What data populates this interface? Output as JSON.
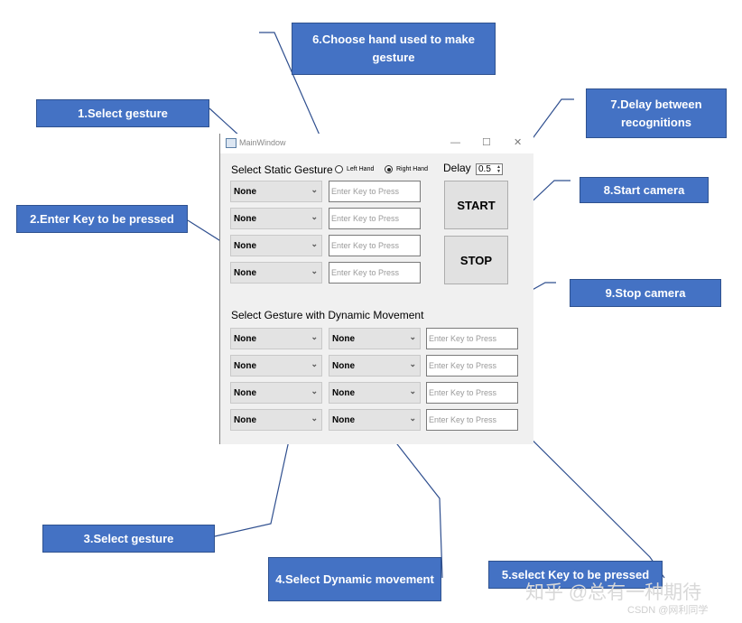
{
  "window": {
    "title": "MainWindow",
    "controls": {
      "minimize": "—",
      "maximize": "☐",
      "close": "✕"
    },
    "static_label": "Select Static Gesture",
    "radios": [
      {
        "label": "Left Hand",
        "checked": false
      },
      {
        "label": "Right Hand",
        "checked": true
      }
    ],
    "delay_label": "Delay",
    "delay_value": "0.5",
    "start_label": "START",
    "stop_label": "STOP",
    "static_rows": [
      {
        "gesture": "None",
        "key_placeholder": "Enter Key to Press"
      },
      {
        "gesture": "None",
        "key_placeholder": "Enter Key to Press"
      },
      {
        "gesture": "None",
        "key_placeholder": "Enter Key to Press"
      },
      {
        "gesture": "None",
        "key_placeholder": "Enter Key to Press"
      }
    ],
    "dynamic_label": "Select Gesture with Dynamic Movement",
    "dynamic_rows": [
      {
        "gesture": "None",
        "movement": "None",
        "key_placeholder": "Enter Key to Press"
      },
      {
        "gesture": "None",
        "movement": "None",
        "key_placeholder": "Enter Key to Press"
      },
      {
        "gesture": "None",
        "movement": "None",
        "key_placeholder": "Enter Key to Press"
      },
      {
        "gesture": "None",
        "movement": "None",
        "key_placeholder": "Enter Key to Press"
      }
    ]
  },
  "callouts": {
    "c1": "1.Select gesture",
    "c2": "2.Enter Key to be pressed",
    "c3": "3.Select gesture",
    "c4": "4.Select Dynamic movement",
    "c5": "5.select Key to be pressed",
    "c6": "6.Choose hand  used to make gesture",
    "c7": "7.Delay between recognitions",
    "c8": "8.Start camera",
    "c9": "9.Stop camera"
  },
  "colors": {
    "callout": "#4472c4",
    "line": "#2f4f8f"
  },
  "watermark": "知乎 @总有一种期待",
  "csdn": "CSDN @网利同学"
}
